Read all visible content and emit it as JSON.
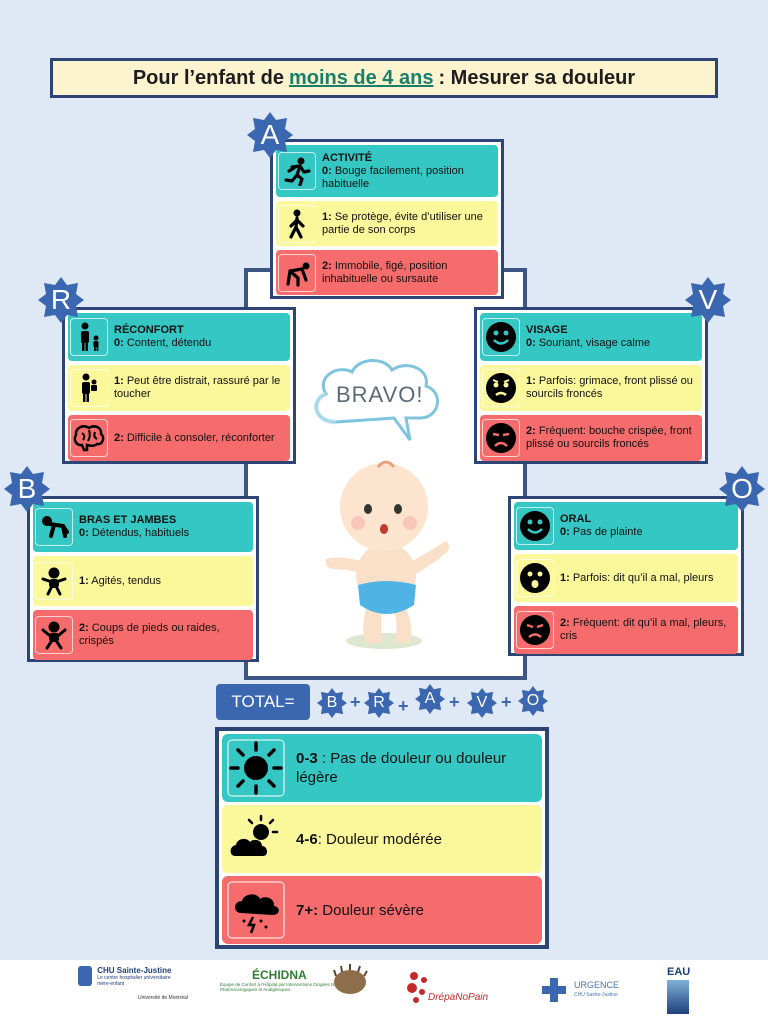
{
  "title": {
    "before": "Pour l’enfant de",
    "highlight": "moins de 4 ans",
    "after": ": Mesurer sa douleur"
  },
  "sections": {
    "A": {
      "letter": "A",
      "header": "ACTIVITÉ",
      "items": [
        {
          "score": "0:",
          "text": "Bouge facilement, position habituelle",
          "icon": "running-person-icon"
        },
        {
          "score": "1:",
          "text": "Se protège, évite d’utiliser une partie de son corps",
          "icon": "walking-person-icon"
        },
        {
          "score": "2:",
          "text": "Immobile, figé, position inhabituelle ou sursaute",
          "icon": "crouching-person-icon"
        }
      ]
    },
    "R": {
      "letter": "R",
      "header": "RÉCONFORT",
      "items": [
        {
          "score": "0:",
          "text": "Content, détendu",
          "icon": "adult-child-icon"
        },
        {
          "score": "1:",
          "text": "Peut être distrait, rassuré par le toucher",
          "icon": "carrying-child-icon"
        },
        {
          "score": "2:",
          "text": "Difficile à consoler, réconforter",
          "icon": "brain-icon"
        }
      ]
    },
    "V": {
      "letter": "V",
      "header": "VISAGE",
      "items": [
        {
          "score": "0:",
          "text": "Souriant, visage calme",
          "icon": "smiling-face-icon"
        },
        {
          "score": "1:",
          "text": "Parfois: grimace, front plissé ou sourcils froncés",
          "icon": "worried-face-icon"
        },
        {
          "score": "2:",
          "text": "Fréquent: bouche crispée, front plissé ou sourcils froncés",
          "icon": "distressed-face-icon"
        }
      ]
    },
    "B": {
      "letter": "B",
      "header": "BRAS ET JAMBES",
      "items": [
        {
          "score": "0:",
          "text": "Détendus, habituels",
          "icon": "crawling-baby-icon"
        },
        {
          "score": "1:",
          "text": "Agités, tendus",
          "icon": "baby-icon"
        },
        {
          "score": "2:",
          "text": "Coups de pieds ou raides, crispés",
          "icon": "agitated-baby-icon"
        }
      ]
    },
    "O": {
      "letter": "O",
      "header": "ORAL",
      "items": [
        {
          "score": "0:",
          "text": "Pas de plainte",
          "icon": "smiling-face-icon"
        },
        {
          "score": "1:",
          "text": "Parfois: dit qu’il a mal, pleurs",
          "icon": "surprised-face-icon"
        },
        {
          "score": "2:",
          "text": "Fréquent: dit qu’il a mal, pleurs, cris",
          "icon": "sad-face-icon"
        }
      ]
    }
  },
  "bravo": "BRAVO!",
  "total": {
    "label": "TOTAL=",
    "letters": [
      "B",
      "R",
      "A",
      "V",
      "O"
    ],
    "plus": "+",
    "levels": [
      {
        "range": "0-3",
        "text": ": Pas de douleur ou douleur légère",
        "icon": "sun-icon"
      },
      {
        "range": "4-6",
        "text": ": Douleur modérée",
        "icon": "cloudy-sun-icon"
      },
      {
        "range": "7+:",
        "text": "Douleur sévère",
        "icon": "storm-cloud-icon"
      }
    ]
  },
  "footer": {
    "logos": [
      {
        "name": "CHU Sainte-Justine",
        "sub": "Le centre hospitalier universitaire mère-enfant"
      },
      {
        "name": "ÉCHIDNA",
        "sub": "Équipe de Confort à l’Hôpital par Interventions Dirigées Non Pharmacologiques et Analgésiques"
      },
      {
        "name": "DrépaNoPain"
      },
      {
        "name": "URGENCE",
        "sub": "CHU Sainte-Justine"
      },
      {
        "name": "EAU"
      }
    ],
    "udem": "Université de Montréal"
  },
  "colors": {
    "teal": "#35c7c3",
    "yellow": "#fbf79b",
    "red": "#f66b6b",
    "border": "#2c4476",
    "badge": "#3b66b0"
  }
}
